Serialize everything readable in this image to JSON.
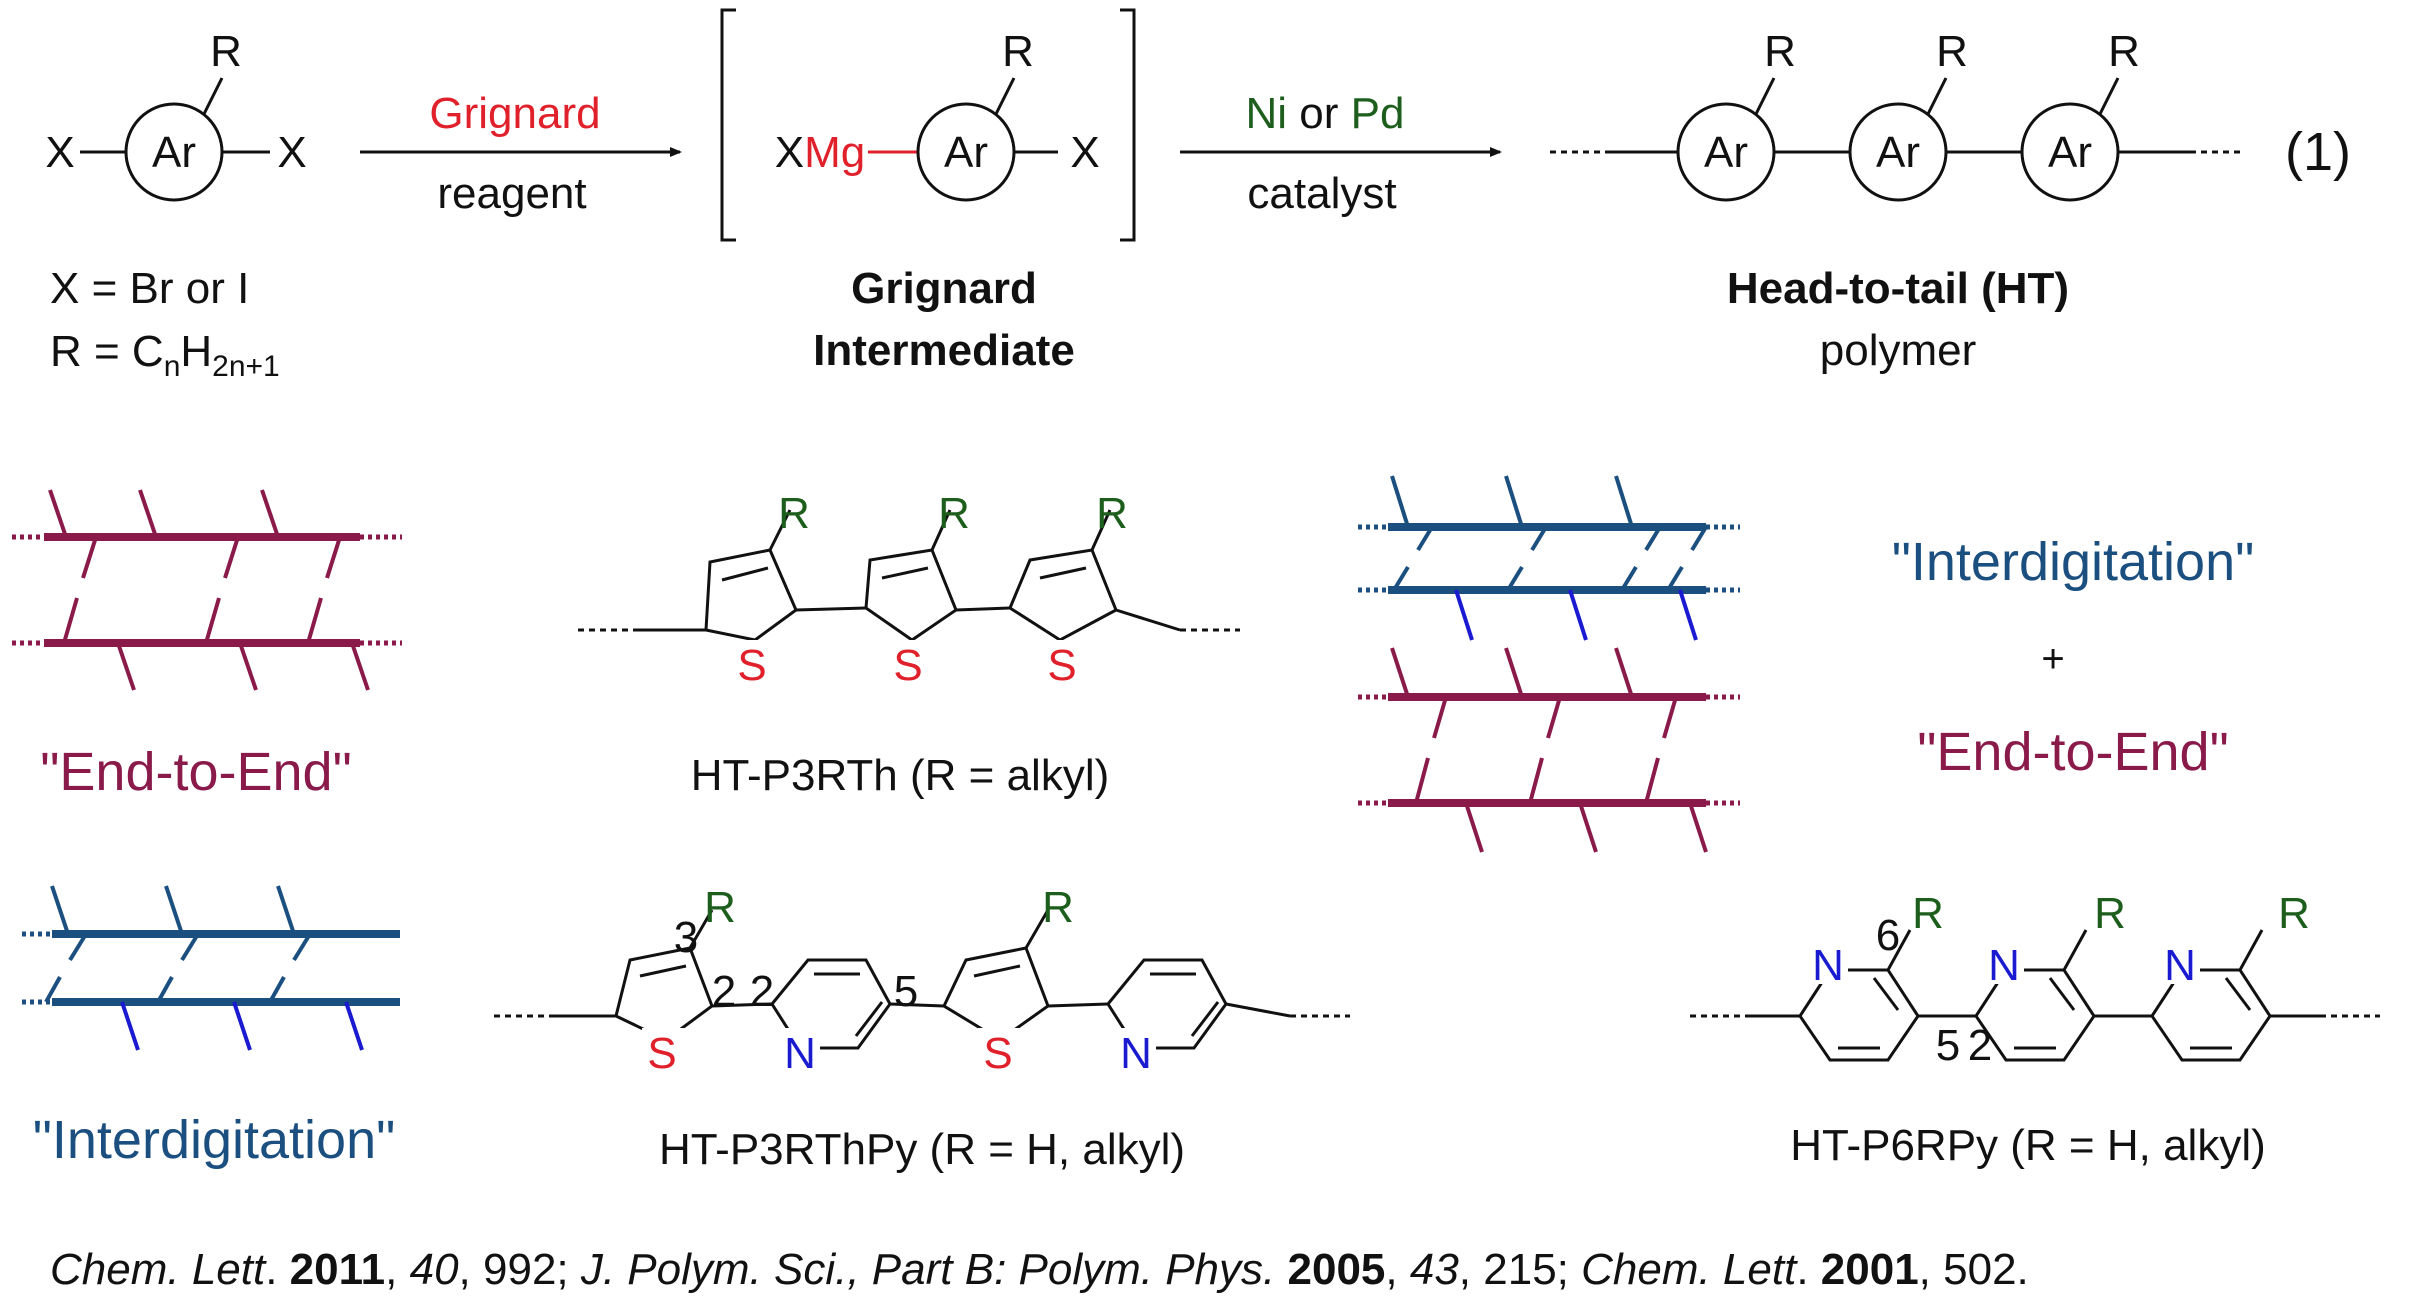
{
  "colors": {
    "black": "#111111",
    "red": "#e0202a",
    "green": "#1d5e1d",
    "blue": "#1a1ad0",
    "navy": "#1b4f80",
    "maroon": "#8a1a4a"
  },
  "scheme": {
    "r": "R",
    "ar": "Ar",
    "x": "X",
    "xmg_x": "X",
    "xmg_mg": "Mg",
    "grignard": "Grignard",
    "reagent": "reagent",
    "ni": "Ni",
    "or": " or ",
    "pd": "Pd",
    "catalyst": "catalyst",
    "eq_number": "(1)",
    "def_x": "X = Br or I",
    "def_r_prefix": "R = C",
    "def_r_sub_n": "n",
    "def_r_h": "H",
    "def_r_sub_2n1": "2n+1",
    "intermediate_l1": "Grignard",
    "intermediate_l2": "Intermediate",
    "polymer_l1": "Head-to-tail (HT)",
    "polymer_l2": "polymer"
  },
  "packing": {
    "end_to_end": "\"End-to-End\"",
    "interdigitation": "\"Interdigitation\"",
    "plus": "+"
  },
  "structures": {
    "s_atom": "S",
    "n_atom": "N",
    "p3rth_caption": "HT-P3RTh (R = alkyl)",
    "p3rthpy_caption": "HT-P3RThPy (R = H, alkyl)",
    "p6rpy_caption": "HT-P6RPy (R = H, alkyl)",
    "num_2": "2",
    "num_3": "3",
    "num_5": "5",
    "num_6": "6"
  },
  "citation": {
    "j1": "Chem. Lett",
    "dot1": ". ",
    "y1": "2011",
    "v1": "40",
    "p1": ", 992; ",
    "j2": "J. Polym. Sci., Part B: Polym. Phys.",
    "y2": "2005",
    "v2": "43",
    "p2": ", 215; ",
    "j3": "Chem. Lett",
    "dot3": ". ",
    "y3": "2001",
    "p3": ", 502.",
    "comma": ", "
  }
}
